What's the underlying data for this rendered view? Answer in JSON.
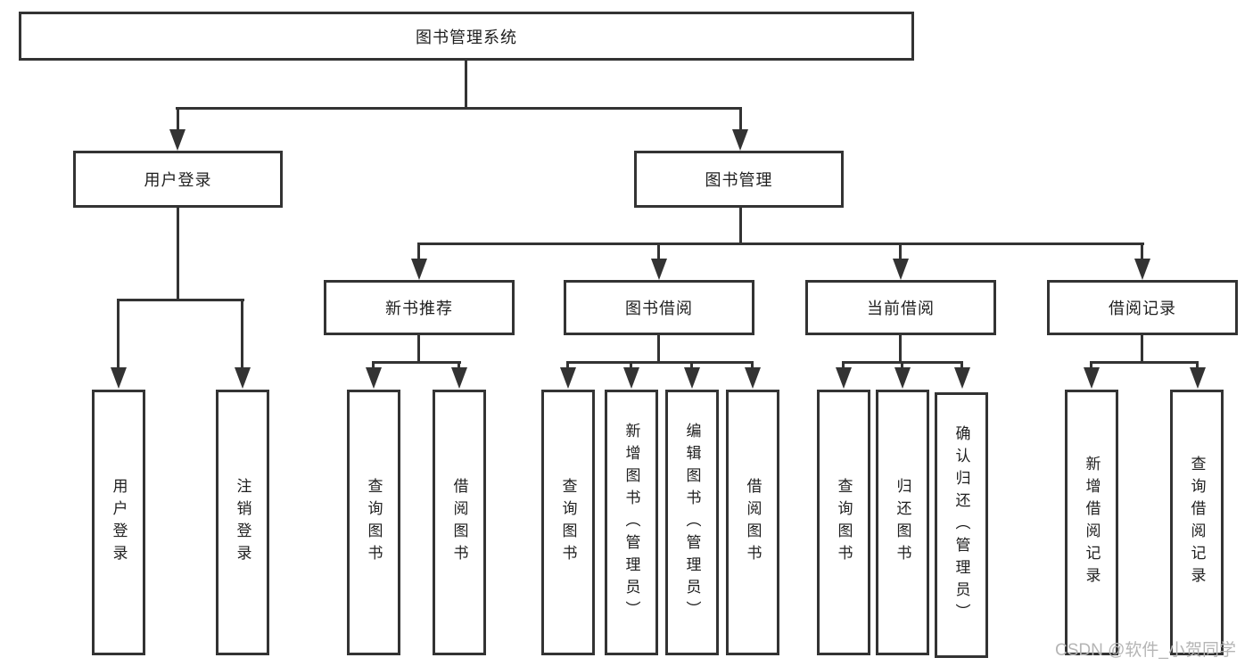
{
  "tree": {
    "root": {
      "label": "图书管理系统"
    },
    "login": {
      "label": "用户登录",
      "children": [
        {
          "label": "用户登录"
        },
        {
          "label": "注销登录"
        }
      ]
    },
    "mgmt": {
      "label": "图书管理",
      "groups": [
        {
          "label": "新书推荐",
          "children": [
            {
              "label": "查询图书"
            },
            {
              "label": "借阅图书"
            }
          ]
        },
        {
          "label": "图书借阅",
          "children": [
            {
              "label": "查询图书"
            },
            {
              "label": "新增图书（管理员）"
            },
            {
              "label": "编辑图书（管理员）"
            },
            {
              "label": "借阅图书"
            }
          ]
        },
        {
          "label": "当前借阅",
          "children": [
            {
              "label": "查询图书"
            },
            {
              "label": "归还图书"
            },
            {
              "label": "确认归还（管理员）"
            }
          ]
        },
        {
          "label": "借阅记录",
          "children": [
            {
              "label": "新增借阅记录"
            },
            {
              "label": "查询借阅记录"
            }
          ]
        }
      ]
    }
  },
  "watermark": {
    "text": "CSDN @软件_小贺同学"
  },
  "colors": {
    "line": "#333333",
    "text": "#1f1f1f",
    "watermark": "#b5b5b5",
    "background": "#ffffff"
  }
}
